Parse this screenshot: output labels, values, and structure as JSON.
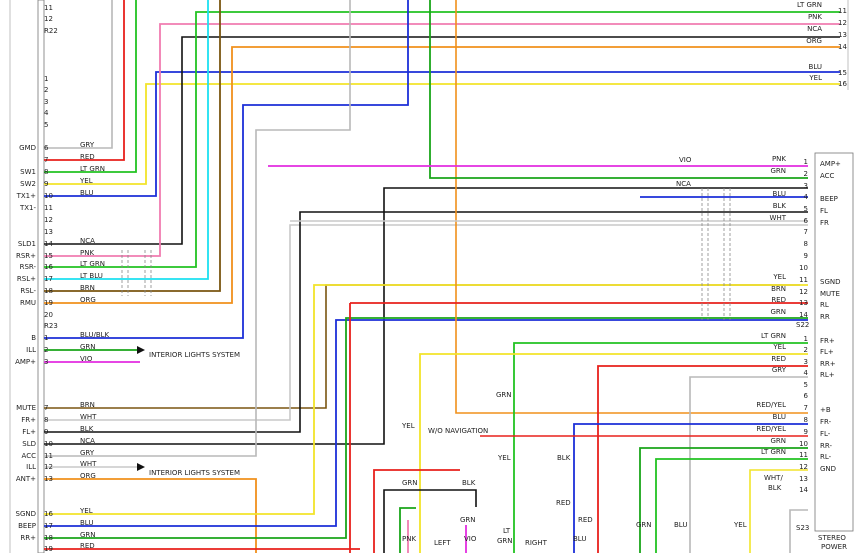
{
  "left_connector": {
    "name_r22": "R22",
    "name_r23": "R23",
    "rows": [
      {
        "pin": "11",
        "pin_label": "",
        "wire": ""
      },
      {
        "pin": "12",
        "pin_label": "",
        "wire": ""
      },
      {
        "pin": "1",
        "pin_label": "",
        "wire": ""
      },
      {
        "pin": "2",
        "pin_label": "",
        "wire": ""
      },
      {
        "pin": "3",
        "pin_label": "",
        "wire": ""
      },
      {
        "pin": "4",
        "pin_label": "",
        "wire": ""
      },
      {
        "pin": "5",
        "pin_label": "",
        "wire": ""
      },
      {
        "pin": "6",
        "pin_label": "GMD",
        "wire": "GRY"
      },
      {
        "pin": "7",
        "pin_label": "",
        "wire": "RED"
      },
      {
        "pin": "8",
        "pin_label": "SW1",
        "wire": "LT GRN"
      },
      {
        "pin": "9",
        "pin_label": "SW2",
        "wire": "YEL"
      },
      {
        "pin": "10",
        "pin_label": "TX1+",
        "wire": "BLU"
      },
      {
        "pin": "11",
        "pin_label": "TX1-",
        "wire": ""
      },
      {
        "pin": "12",
        "pin_label": "",
        "wire": ""
      },
      {
        "pin": "13",
        "pin_label": "",
        "wire": ""
      },
      {
        "pin": "14",
        "pin_label": "SLD1",
        "wire": "NCA"
      },
      {
        "pin": "15",
        "pin_label": "RSR+",
        "wire": "PNK"
      },
      {
        "pin": "16",
        "pin_label": "RSR-",
        "wire": "LT GRN"
      },
      {
        "pin": "17",
        "pin_label": "RSL+",
        "wire": "LT BLU"
      },
      {
        "pin": "18",
        "pin_label": "RSL-",
        "wire": "BRN"
      },
      {
        "pin": "19",
        "pin_label": "RMU",
        "wire": "ORG"
      },
      {
        "pin": "20",
        "pin_label": "",
        "wire": ""
      },
      {
        "pin": "1",
        "pin_label": "B",
        "wire": "BLU/BLK"
      },
      {
        "pin": "2",
        "pin_label": "ILL",
        "wire": "GRN"
      },
      {
        "pin": "3",
        "pin_label": "AMP+",
        "wire": "VIO"
      },
      {
        "pin": "7",
        "pin_label": "MUTE",
        "wire": "BRN"
      },
      {
        "pin": "8",
        "pin_label": "FR+",
        "wire": "WHT"
      },
      {
        "pin": "9",
        "pin_label": "FL+",
        "wire": "BLK"
      },
      {
        "pin": "10",
        "pin_label": "SLD",
        "wire": "NCA"
      },
      {
        "pin": "11",
        "pin_label": "ACC",
        "wire": "GRY"
      },
      {
        "pin": "12",
        "pin_label": "ILL",
        "wire": "WHT"
      },
      {
        "pin": "13",
        "pin_label": "ANT+",
        "wire": "ORG"
      },
      {
        "pin": "16",
        "pin_label": "SGND",
        "wire": "YEL"
      },
      {
        "pin": "17",
        "pin_label": "BEEP",
        "wire": "BLU"
      },
      {
        "pin": "18",
        "pin_label": "RR+",
        "wire": "GRN"
      },
      {
        "pin": "19",
        "pin_label": "",
        "wire": "RED"
      }
    ],
    "left_pin_labels_extra": [
      "SLD",
      "ACC",
      "ILL"
    ]
  },
  "top_right": [
    {
      "wire": "LT GRN",
      "pin": "11"
    },
    {
      "wire": "PNK",
      "pin": "12"
    },
    {
      "wire": "NCA",
      "pin": "13"
    },
    {
      "wire": "ORG",
      "pin": "14"
    },
    {
      "wire": "BLU",
      "pin": "15"
    },
    {
      "wire": "YEL",
      "pin": "16"
    }
  ],
  "interior_lights": "INTERIOR LIGHTS SYSTEM",
  "s22": {
    "name": "S22",
    "rows": [
      {
        "pin": "1",
        "wire": "PNK",
        "label": "AMP+"
      },
      {
        "pin": "2",
        "wire": "GRN",
        "label": "ACC"
      },
      {
        "pin": "3",
        "wire": "",
        "label": ""
      },
      {
        "pin": "4",
        "wire": "BLU",
        "label": "BEEP"
      },
      {
        "pin": "5",
        "wire": "BLK",
        "label": "FL"
      },
      {
        "pin": "6",
        "wire": "WHT",
        "label": "FR"
      },
      {
        "pin": "7",
        "wire": "",
        "label": ""
      },
      {
        "pin": "8",
        "wire": "",
        "label": ""
      },
      {
        "pin": "9",
        "wire": "",
        "label": ""
      },
      {
        "pin": "10",
        "wire": "",
        "label": ""
      },
      {
        "pin": "11",
        "wire": "YEL",
        "label": "SGND"
      },
      {
        "pin": "12",
        "wire": "BRN",
        "label": "MUTE"
      },
      {
        "pin": "13",
        "wire": "RED",
        "label": "RL"
      },
      {
        "pin": "14",
        "wire": "GRN",
        "label": "RR"
      }
    ]
  },
  "s23": {
    "name": "S23",
    "rows": [
      {
        "pin": "1",
        "wire": "LT GRN",
        "label": "FR+"
      },
      {
        "pin": "2",
        "wire": "YEL",
        "label": "FL+"
      },
      {
        "pin": "3",
        "wire": "RED",
        "label": "RR+"
      },
      {
        "pin": "4",
        "wire": "GRY",
        "label": "RL+"
      },
      {
        "pin": "5",
        "wire": "",
        "label": ""
      },
      {
        "pin": "6",
        "wire": "",
        "label": ""
      },
      {
        "pin": "7",
        "wire": "RED/YEL",
        "label": "+B"
      },
      {
        "pin": "8",
        "wire": "BLU",
        "label": "FR-"
      },
      {
        "pin": "9",
        "wire": "RED/YEL",
        "label": "FL-"
      },
      {
        "pin": "10",
        "wire": "GRN",
        "label": "RR-"
      },
      {
        "pin": "11",
        "wire": "LT GRN",
        "label": "RL-"
      },
      {
        "pin": "12",
        "wire": "",
        "label": "GND"
      },
      {
        "pin": "13",
        "wire": "",
        "label": ""
      },
      {
        "pin": "14",
        "wire": "",
        "label": ""
      }
    ]
  },
  "right_labels": {
    "vio": "VIO",
    "nca": "NCA",
    "wht_blk": "WHT/\nBLK",
    "stereo": "STEREO",
    "power": "POWER"
  },
  "wo_nav": "W/O NAVIGATION",
  "bottom_labels": [
    "GRN",
    "YEL",
    "BLK",
    "RED",
    "RED",
    "GRN",
    "BLU",
    "YEL",
    "LT",
    "GRN",
    "RIGHT",
    "PNK",
    "LEFT",
    "VIO",
    "GRN",
    "BLK",
    "YEL",
    "GRN",
    "BLU"
  ],
  "colors": {
    "RED": "#e8201c",
    "GRN": "#1aa51a",
    "LT_GRN": "#22c322",
    "PNK": "#f07cb0",
    "BLK": "#111111",
    "ORG": "#f0901c",
    "BLU": "#1c2fd8",
    "YEL": "#f2e42a",
    "GRY": "#b8b8b8",
    "WHT": "#c8c8c8",
    "LT_BLU": "#1ce0f0",
    "BRN": "#7a5510",
    "VIO": "#e22ce0",
    "BLU_BLK": "#1c2fd8"
  }
}
